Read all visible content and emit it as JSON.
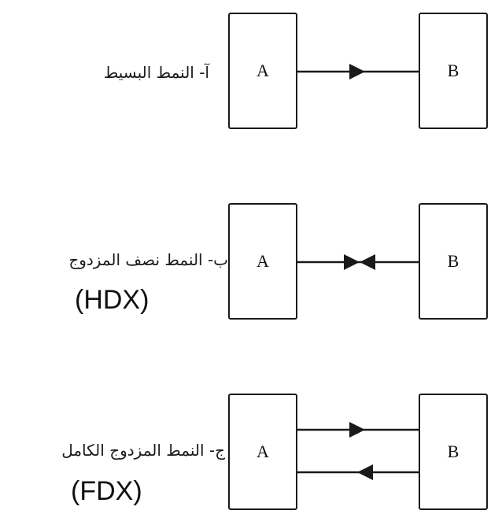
{
  "modes": [
    {
      "label": "آ- النمط البسيط",
      "abbr": "",
      "box_a": "A",
      "box_b": "B"
    },
    {
      "label": "ب- النمط نصف المزدوج",
      "abbr": "(HDX)",
      "box_a": "A",
      "box_b": "B"
    },
    {
      "label": "ج- النمط المزدوج الكامل",
      "abbr": "(FDX)",
      "box_a": "A",
      "box_b": "B"
    }
  ]
}
